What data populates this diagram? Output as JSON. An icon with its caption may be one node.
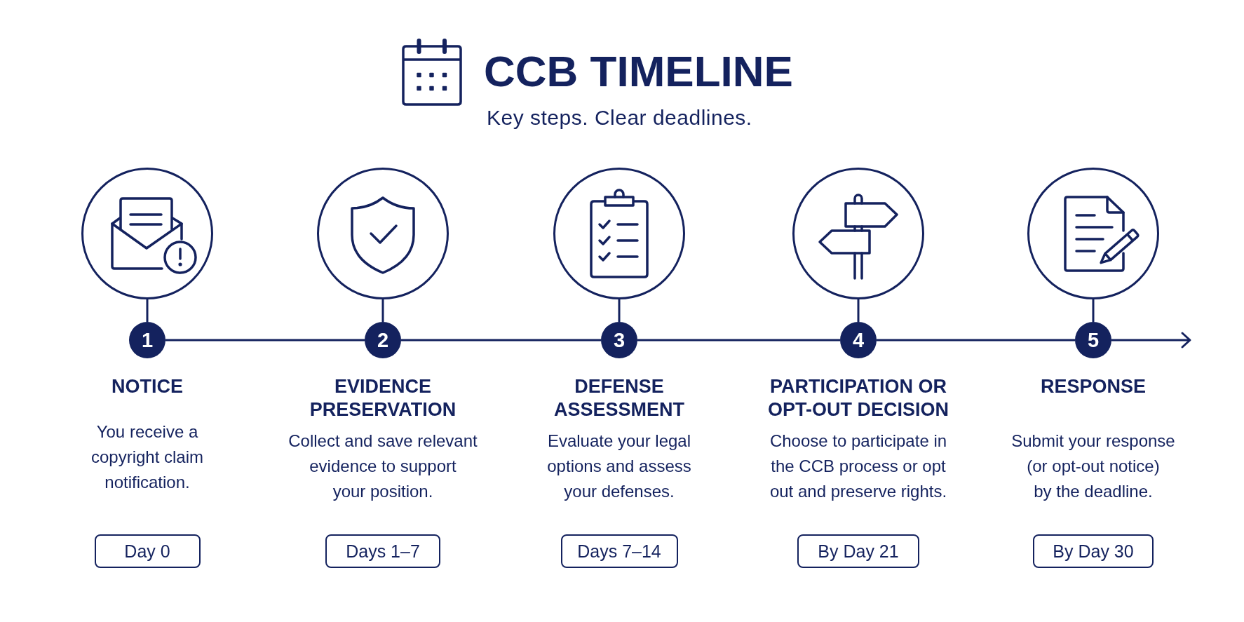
{
  "diagram": {
    "title": "CCB TIMELINE",
    "nodes": [
      {
        "text": [],
        "shape": "circle"
      },
      {
        "text": [
          "1"
        ],
        "beside": [
          "NOTICE",
          "You receive a copyright claim notification."
        ]
      },
      {
        "text": [
          "Day 0"
        ]
      },
      {
        "text": [],
        "shape": "circle"
      },
      {
        "text": [
          "2"
        ],
        "beside": [
          "EVIDENCE PRESERVATION",
          "Collect and save relevant evidence to support your position."
        ]
      },
      {
        "text": [
          "Days 1–7"
        ]
      },
      {
        "text": [],
        "shape": "circle"
      },
      {
        "text": [
          "3"
        ],
        "beside": [
          "DEFENSE ASSESSMENT",
          "Evaluate your legal options and assess your defenses."
        ]
      },
      {
        "text": [
          "Days 7–14"
        ]
      },
      {
        "text": [],
        "shape": "circle"
      },
      {
        "text": [
          "4"
        ],
        "beside": [
          "PARTICIPATION OR OPT-OUT DECISION",
          "Choose to participate in the CCB process or opt out and preserve rights."
        ]
      },
      {
        "text": [
          "By Day 21"
        ]
      },
      {
        "text": [],
        "shape": "circle"
      },
      {
        "text": [
          "5"
        ],
        "beside": [
          "RESPONSE",
          "Submit your response (or opt-out notice) by the deadline."
        ]
      },
      {
        "text": [
          "By Day 30"
        ]
      }
    ],
    "edges": [
      {
        "from": 0,
        "to": 1,
        "arrow": "none"
      },
      {
        "from": 3,
        "to": 4,
        "arrow": "none"
      },
      {
        "from": 6,
        "to": 7,
        "arrow": "none"
      },
      {
        "from": 9,
        "to": 10,
        "arrow": "none"
      },
      {
        "from": 12,
        "to": 13,
        "arrow": "none"
      },
      {
        "from": 1,
        "to": 4,
        "arrow": "none"
      },
      {
        "from": 4,
        "to": 7,
        "arrow": "none"
      },
      {
        "from": 7,
        "to": 10,
        "arrow": "none"
      },
      {
        "from": 10,
        "to": 13,
        "arrow": "none"
      },
      {
        "from": 13,
        "to": null,
        "arrow": "to"
      }
    ],
    "labels": [
      "Key steps. Clear deadlines."
    ]
  }
}
